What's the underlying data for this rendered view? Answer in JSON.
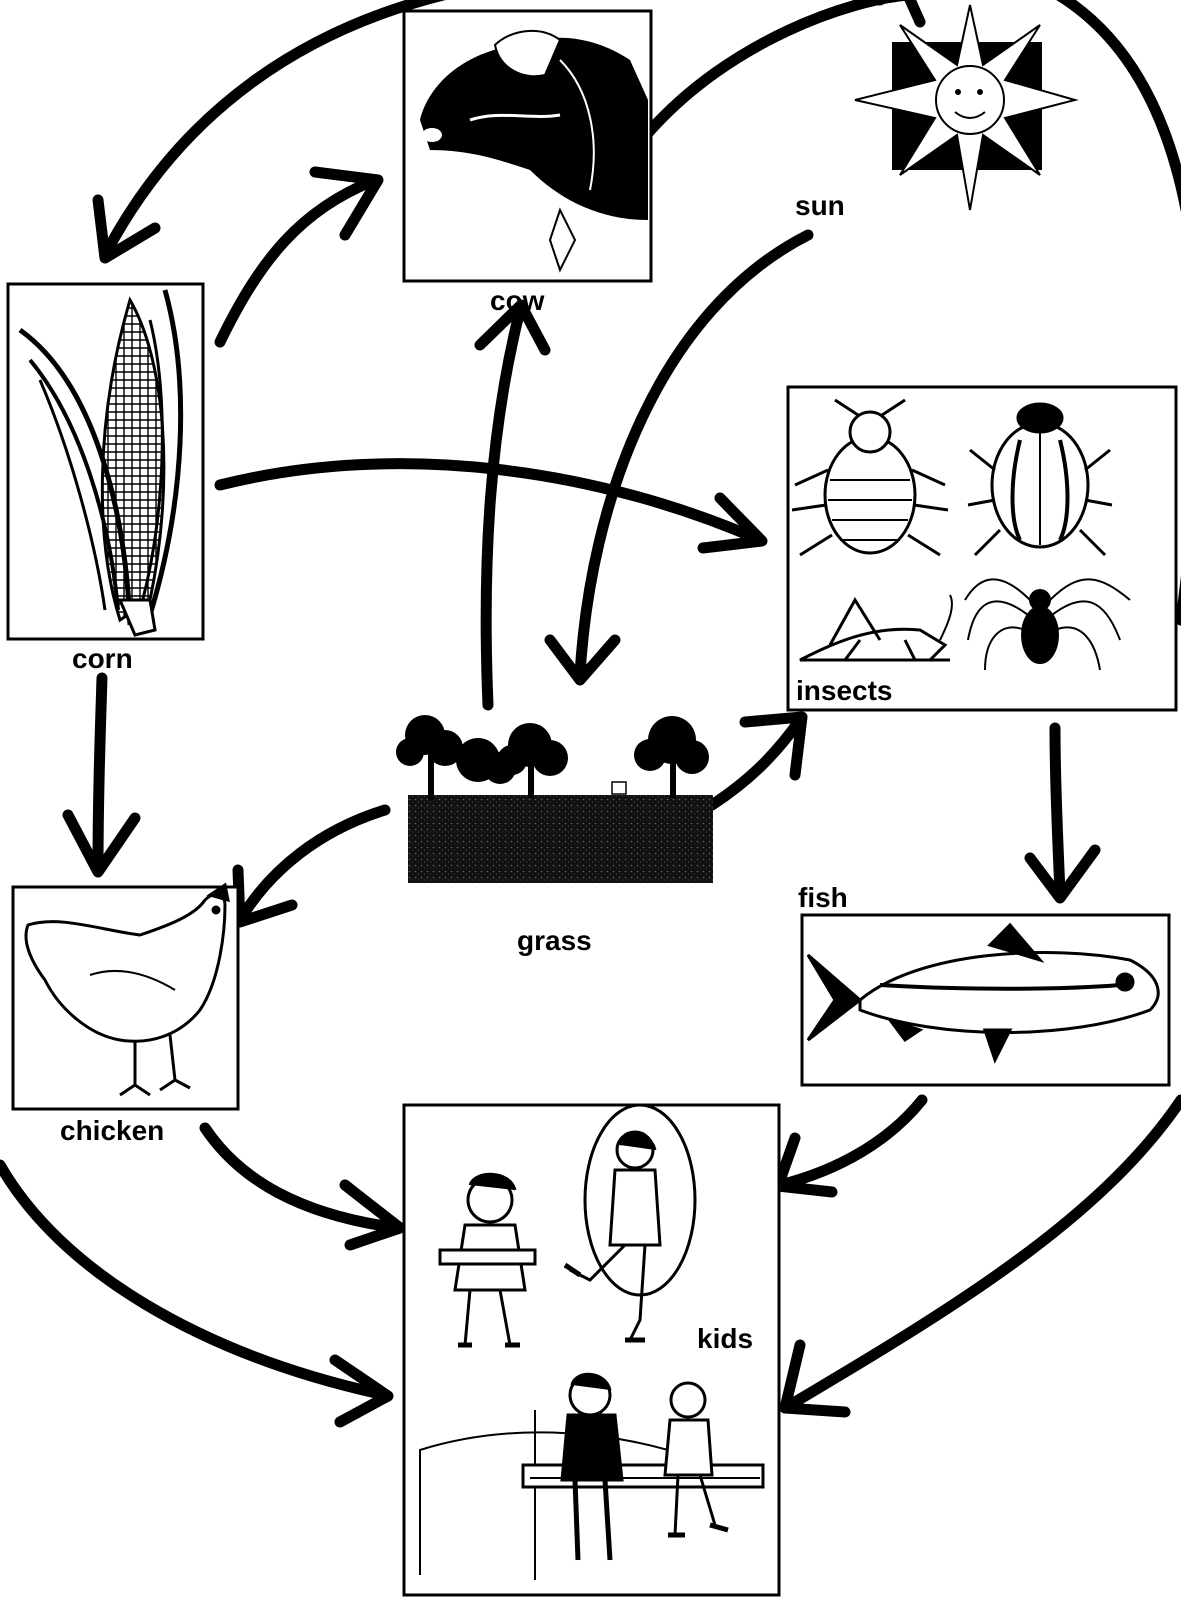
{
  "labels": {
    "cow": "cow",
    "sun": "sun",
    "corn": "corn",
    "insects": "insects",
    "grass": "grass",
    "fish": "fish",
    "chicken": "chicken",
    "kids": "kids"
  },
  "colors": {
    "ink": "#000000",
    "paper": "#ffffff"
  },
  "edges": [
    {
      "from": "sun",
      "to": "corn"
    },
    {
      "from": "sun",
      "to": "cow"
    },
    {
      "from": "sun",
      "to": "grass"
    },
    {
      "from": "sun",
      "to": "kids"
    },
    {
      "from": "sun",
      "to": "kids"
    },
    {
      "from": "corn",
      "to": "cow"
    },
    {
      "from": "corn",
      "to": "insects"
    },
    {
      "from": "corn",
      "to": "chicken"
    },
    {
      "from": "grass",
      "to": "cow"
    },
    {
      "from": "grass",
      "to": "insects"
    },
    {
      "from": "grass",
      "to": "chicken"
    },
    {
      "from": "insects",
      "to": "fish"
    },
    {
      "from": "fish",
      "to": "kids"
    },
    {
      "from": "chicken",
      "to": "kids"
    }
  ]
}
